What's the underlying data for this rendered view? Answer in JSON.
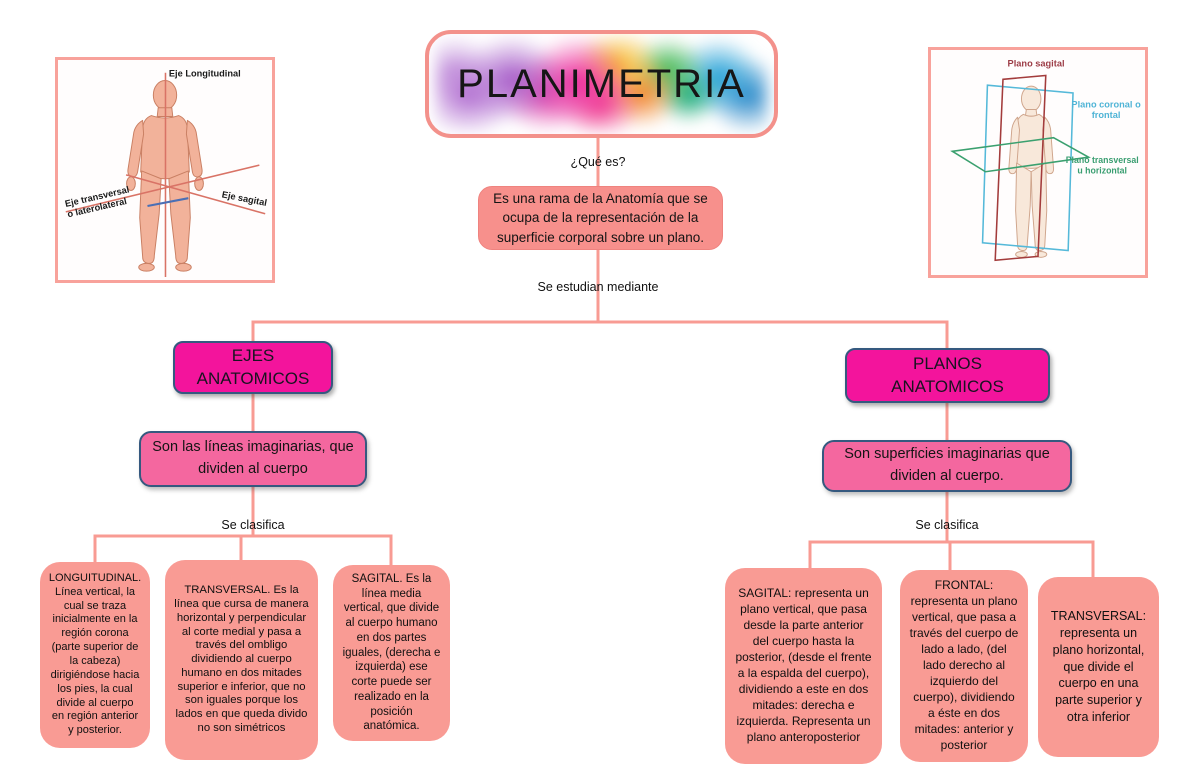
{
  "title": {
    "text": "PLANIMETRIA"
  },
  "root": {
    "question_label": "¿Qué es?",
    "definition": "Es una rama de la Anatomía que se ocupa de la representación de la superficie corporal sobre un plano.",
    "studied_by_label": "Se estudian mediante"
  },
  "axes_figure": {
    "longitudinal_label": "Eje Longitudinal",
    "transversal_label_line1": "Eje transversal",
    "transversal_label_line2": "o laterolateral",
    "sagital_label": "Eje sagital"
  },
  "planes_figure": {
    "sagital_label": "Plano sagital",
    "coronal_label_line1": "Plano coronal o",
    "coronal_label_line2": "frontal",
    "transversal_label_line1": "Plano transversal",
    "transversal_label_line2": "u horizontal"
  },
  "left_branch": {
    "heading": "EJES\nANATOMICOS",
    "description": "Son las líneas imaginarias, que dividen al cuerpo",
    "classify_label": "Se clasifica",
    "children": [
      "LONGUITUDINAL. Línea vertical, la cual se traza inicialmente en la región corona (parte superior de la cabeza) dirigiéndose hacia los pies, la cual divide al cuerpo en región anterior y posterior.",
      "TRANSVERSAL. Es la línea que cursa de manera horizontal y perpendicular al corte medial y pasa a través del ombligo dividiendo al cuerpo humano en dos mitades superior e inferior, que no son iguales porque los lados en que queda divido no son simétricos",
      "SAGITAL. Es la línea media vertical, que divide al cuerpo humano en dos partes iguales, (derecha e izquierda) ese corte puede ser realizado en la posición anatómica."
    ]
  },
  "right_branch": {
    "heading": "PLANOS\nANATOMICOS",
    "description": "Son superficies imaginarias que dividen al cuerpo.",
    "classify_label": "Se clasifica",
    "children": [
      "SAGITAL: representa un plano vertical, que pasa desde la parte anterior del cuerpo hasta la posterior, (desde el frente a la espalda del cuerpo), dividiendo a este en dos mitades: derecha e izquierda. Representa un plano anteroposterior",
      "FRONTAL: representa un plano vertical, que pasa a través del cuerpo de lado a lado, (del lado derecho al izquierdo del cuerpo), dividiendo a éste en dos mitades: anterior y posterior",
      "TRANSVERSAL: representa un plano horizontal, que divide el cuerpo en una parte superior y otra inferior"
    ]
  },
  "colors": {
    "connector": "#f89b93",
    "title_border": "#f3918b",
    "definition_fill": "#f7908c",
    "heading_fill": "#f3149c",
    "heading_border": "#35597f",
    "description_fill": "#f4679f",
    "leaf_fill": "#f99b94",
    "plane_sagital": "#9c3c46",
    "plane_coronal": "#4fb4d6",
    "plane_transversal": "#3a9e71"
  }
}
